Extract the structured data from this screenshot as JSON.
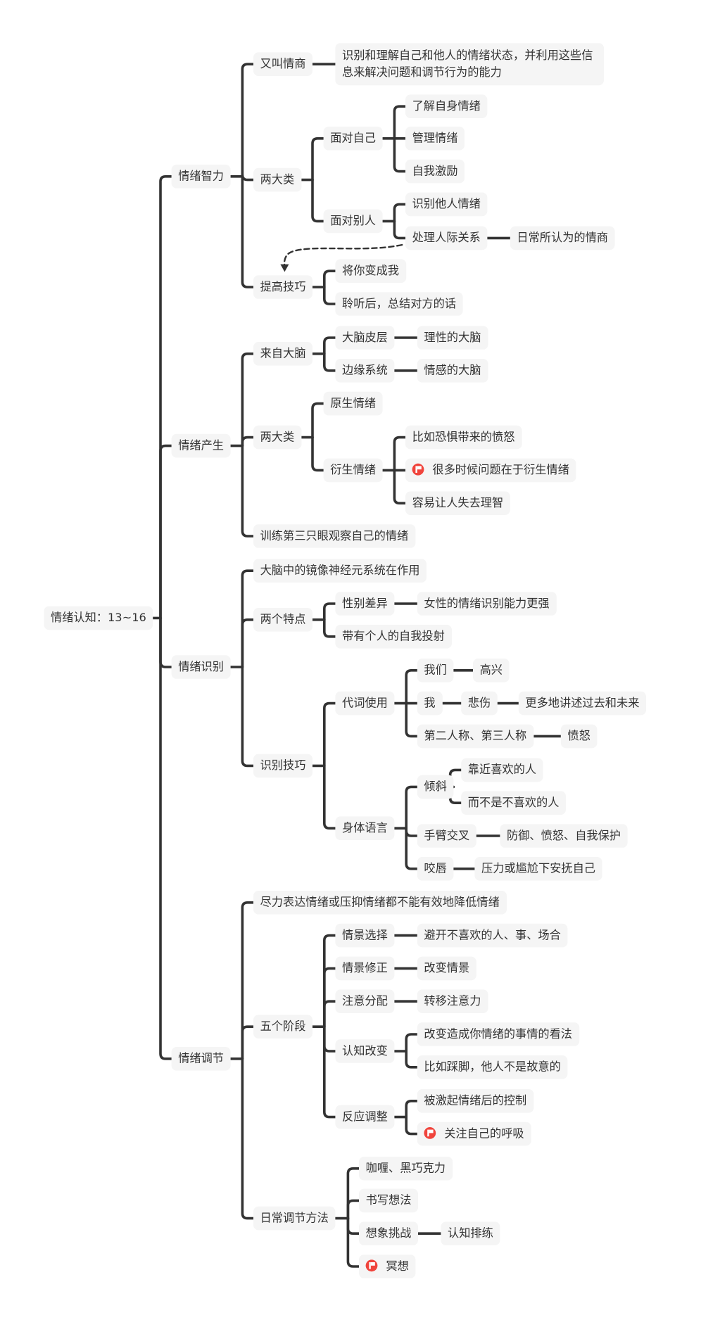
{
  "colors": {
    "line": "#333333",
    "node_bg": "#f5f5f5",
    "flag": "#f0443c"
  },
  "nodes": [
    {
      "label": "情绪认知：13~16"
    },
    {
      "label": "情绪智力"
    },
    {
      "label": "又叫情商"
    },
    {
      "label": "识别和理解自己和他人的情绪状态，并利用这些信息来解决问题和调节行为的能力"
    },
    {
      "label": "两大类"
    },
    {
      "label": "面对自己"
    },
    {
      "label": "了解自身情绪"
    },
    {
      "label": "管理情绪"
    },
    {
      "label": "自我激励"
    },
    {
      "label": "面对别人"
    },
    {
      "label": "识别他人情绪"
    },
    {
      "label": "处理人际关系"
    },
    {
      "label": "日常所认为的情商"
    },
    {
      "label": "提高技巧"
    },
    {
      "label": "将你变成我"
    },
    {
      "label": "聆听后，总结对方的话"
    },
    {
      "label": "情绪产生"
    },
    {
      "label": "来自大脑"
    },
    {
      "label": "大脑皮层"
    },
    {
      "label": "理性的大脑"
    },
    {
      "label": "边缘系统"
    },
    {
      "label": "情感的大脑"
    },
    {
      "label": "两大类"
    },
    {
      "label": "原生情绪"
    },
    {
      "label": "衍生情绪"
    },
    {
      "label": "比如恐惧带来的愤怒"
    },
    {
      "label": "很多时候问题在于衍生情绪",
      "icon": "flag-icon"
    },
    {
      "label": "容易让人失去理智"
    },
    {
      "label": "训练第三只眼观察自己的情绪"
    },
    {
      "label": "情绪识别"
    },
    {
      "label": "大脑中的镜像神经元系统在作用"
    },
    {
      "label": "两个特点"
    },
    {
      "label": "性别差异"
    },
    {
      "label": "女性的情绪识别能力更强"
    },
    {
      "label": "带有个人的自我投射"
    },
    {
      "label": "识别技巧"
    },
    {
      "label": "代词使用"
    },
    {
      "label": "我们"
    },
    {
      "label": "高兴"
    },
    {
      "label": "我"
    },
    {
      "label": "悲伤"
    },
    {
      "label": "更多地讲述过去和未来"
    },
    {
      "label": "第二人称、第三人称"
    },
    {
      "label": "愤怒"
    },
    {
      "label": "身体语言"
    },
    {
      "label": "倾斜"
    },
    {
      "label": "靠近喜欢的人"
    },
    {
      "label": "而不是不喜欢的人"
    },
    {
      "label": "手臂交叉"
    },
    {
      "label": "防御、愤怒、自我保护"
    },
    {
      "label": "咬唇"
    },
    {
      "label": "压力或尴尬下安抚自己"
    },
    {
      "label": "情绪调节"
    },
    {
      "label": "尽力表达情绪或压抑情绪都不能有效地降低情绪"
    },
    {
      "label": "五个阶段"
    },
    {
      "label": "情景选择"
    },
    {
      "label": "避开不喜欢的人、事、场合"
    },
    {
      "label": "情景修正"
    },
    {
      "label": "改变情景"
    },
    {
      "label": "注意分配"
    },
    {
      "label": "转移注意力"
    },
    {
      "label": "认知改变"
    },
    {
      "label": "改变造成你情绪的事情的看法"
    },
    {
      "label": "比如踩脚，他人不是故意的"
    },
    {
      "label": "反应调整"
    },
    {
      "label": "被激起情绪后的控制"
    },
    {
      "label": "关注自己的呼吸",
      "icon": "flag-icon"
    },
    {
      "label": "日常调节方法"
    },
    {
      "label": "咖喱、黑巧克力"
    },
    {
      "label": "书写想法"
    },
    {
      "label": "想象挑战"
    },
    {
      "label": "认知排练"
    },
    {
      "label": "冥想",
      "icon": "flag-icon"
    }
  ]
}
